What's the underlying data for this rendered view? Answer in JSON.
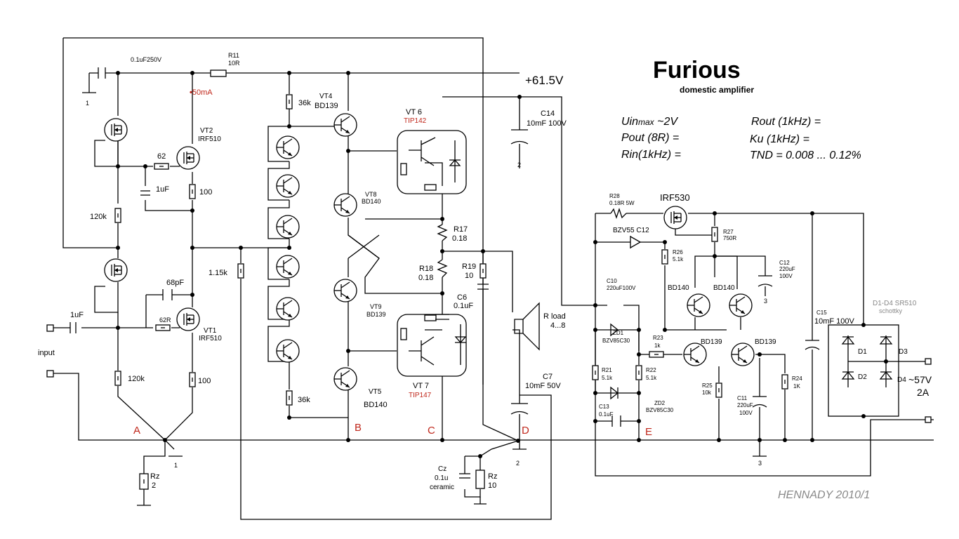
{
  "title": "Furious",
  "subtitle": "domestic amplifier",
  "specs": {
    "uin": "Uin",
    "uin_sub": "max",
    "uin_val": " ~2V",
    "pout": "Pout (8R) =",
    "rin": "Rin(1kHz) =",
    "rout": "Rout (1kHz) =",
    "ku": "Ku (1kHz) =",
    "tnd": "TND = 0.008 ... 0.12%"
  },
  "author": "HENNADY 2010/1",
  "supply_label": "+61.5V",
  "nodes": [
    "A",
    "B",
    "C",
    "D",
    "E"
  ],
  "components": {
    "c_in_top": "0.1uF250V",
    "r11": "R11",
    "r11_val": "10R",
    "current": "50mA",
    "vt2": "VT2",
    "vt2_type": "IRF510",
    "vt1": "VT1",
    "vt1_type": "IRF510",
    "r62_top": "62",
    "c1uf_mid": "1uF",
    "r100_top": "100",
    "r120k_top": "120k",
    "r120k_bot": "120k",
    "c68pf": "68pF",
    "r62_bot": "62R",
    "c1uf_in": "1uF",
    "r100_bot": "100",
    "input": "input",
    "r115k": "1.15k",
    "r36k_top": "36k",
    "r36k_bot": "36k",
    "vt4": "VT4",
    "vt4_type": "BD139",
    "vt8": "VT8",
    "vt8_type": "BD140",
    "vt9": "VT9",
    "vt9_type": "BD139",
    "vt5": "VT5",
    "vt5_type": "BD140",
    "vt6": "VT 6",
    "vt6_type": "TIP142",
    "vt7": "VT 7",
    "vt7_type": "TIP147",
    "r17": "R17",
    "r17_val": "0.18",
    "r18": "R18",
    "r18_val": "0.18",
    "r19": "R19",
    "r19_val": "10",
    "c6": "C6",
    "c6_val": "0.1uF",
    "c14": "C14",
    "c14_val": "10mF 100V",
    "c7": "C7",
    "c7_val": "10mF 50V",
    "rload": "R load",
    "rload_val": "4...8",
    "cz": "Cz",
    "cz_val": "0.1u",
    "cz_type": "ceramic",
    "rz_a": "Rz",
    "rz_a_val": "2",
    "rz_d": "Rz",
    "rz_d_val": "10",
    "gnd1": "1",
    "gnd2": "2",
    "gnd3": "3",
    "irf530": "IRF530",
    "r28": "R28",
    "r28_val": "0.18R 5W",
    "bzv55": "BZV55 C12",
    "r27": "R27",
    "r27_val": "750R",
    "r26": "R26",
    "r26_val": "5.1k",
    "c12": "C12",
    "c12_val": "220uF",
    "c12_v": "100V",
    "c10": "C10",
    "c10_val": "220uF100V",
    "bd140a": "BD140",
    "bd140b": "BD140",
    "bd139a": "BD139",
    "bd139b": "BD139",
    "zd1": "ZD1",
    "zd1_type": "BZV85C30",
    "zd2": "ZD2",
    "zd2_type": "BZV85C30",
    "r23": "R23",
    "r23_val": "1k",
    "r21": "R21",
    "r21_val": "5.1k",
    "r22": "R22",
    "r22_val": "5.1k",
    "r25": "R25",
    "r25_val": "10k",
    "c11": "C11",
    "c11_val": "220uF",
    "c11_v": "100V",
    "r24": "R24",
    "r24_val": "1K",
    "c13": "C13",
    "c13_val": "0.1uF",
    "c15": "C15",
    "c15_val": "10mF 100V",
    "bridge": "D1-D4 SR510",
    "bridge_type": "schottky",
    "d1": "D1",
    "d2": "D2",
    "d3": "D3",
    "d4": "D4",
    "ac_in": "~57V",
    "ac_amp": "2A"
  },
  "colors": {
    "ink": "#000000",
    "accent": "#c0281c",
    "note": "#888888"
  }
}
